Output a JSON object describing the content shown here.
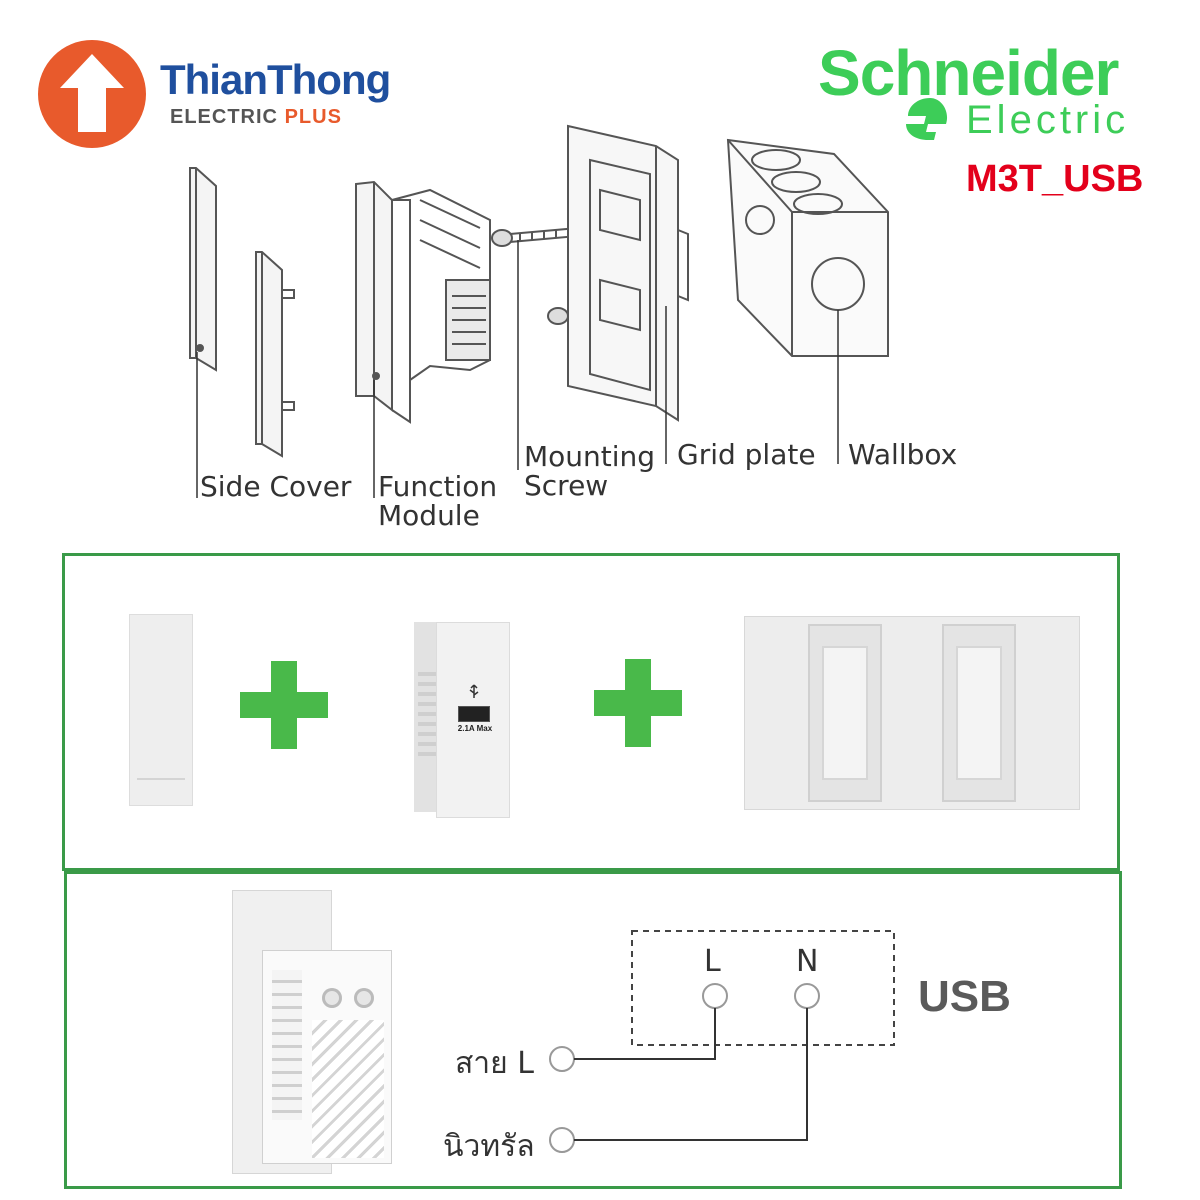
{
  "brand_left": {
    "name": "ThianThong",
    "tagline_plain": "ELECTRIC",
    "tagline_accent": "PLUS",
    "colors": {
      "primary": "#1f4f9e",
      "accent": "#e85a2c"
    }
  },
  "brand_right": {
    "name": "Schneider",
    "sub": "Electric",
    "model": "M3T_USB",
    "colors": {
      "brand": "#3dcd58",
      "model": "#e3001b"
    }
  },
  "diagram": {
    "labels": {
      "side_cover": "Side Cover",
      "function_module_1": "Function",
      "function_module_2": "Module",
      "mounting_screw_1": "Mounting",
      "mounting_screw_2": "Screw",
      "grid_plate": "Grid plate",
      "wallbox": "Wallbox"
    }
  },
  "products": {
    "usb_rating": "2.1A Max"
  },
  "wiring": {
    "terminal_l": "L",
    "terminal_n": "N",
    "device": "USB",
    "line_label": "สาย L",
    "neutral_label": "นิวทรัล"
  },
  "colors": {
    "panel_border": "#3a9a48",
    "plus": "#49b94a"
  }
}
